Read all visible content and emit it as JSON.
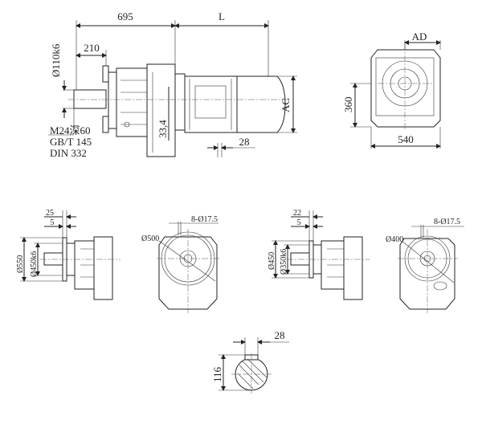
{
  "main_view": {
    "dim_overall": "695",
    "dim_motor": "L",
    "dim_shaft": "210",
    "dim_shaft_dia": "Ø110k6",
    "dim_center": "33,4",
    "dim_key": "28",
    "dim_motor_height": "AC",
    "thread_note": [
      "M24深60",
      "GB/T 145",
      "DIN 332"
    ]
  },
  "end_view": {
    "dim_ad": "AD",
    "dim_height": "360",
    "dim_width": "540"
  },
  "flange_a_side": {
    "dim_flange_thick": "25",
    "dim_spigot": "5",
    "dim_outer_dia": "Ø550",
    "dim_spigot_dia": "Ø450k6"
  },
  "flange_a_front": {
    "dim_holes": "8-Ø17.5",
    "dim_pcd": "Ø500"
  },
  "flange_b_side": {
    "dim_flange_thick": "22",
    "dim_spigot": "5",
    "dim_outer_dia": "Ø450",
    "dim_spigot_dia": "Ø350k6"
  },
  "flange_b_front": {
    "dim_holes": "8-Ø17.5",
    "dim_pcd": "Ø400"
  },
  "shaft_section": {
    "dim_key_width": "28",
    "dim_height": "116"
  }
}
